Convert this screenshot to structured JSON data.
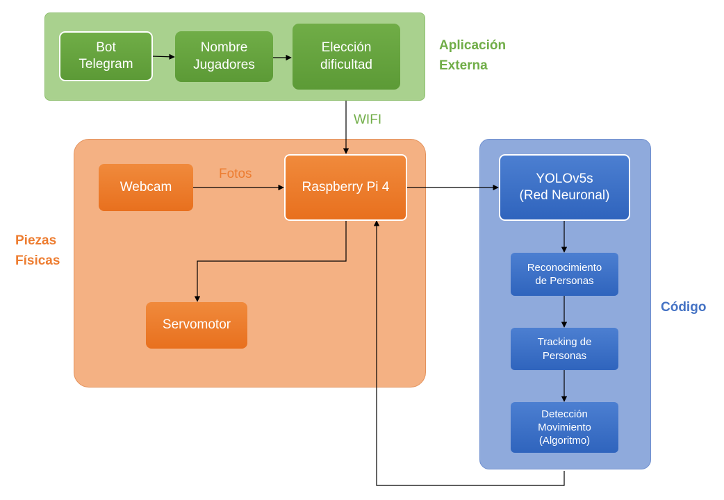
{
  "groups": {
    "external": {
      "label_line1": "Aplicación",
      "label_line2": "Externa",
      "color": "#70ad47"
    },
    "physical": {
      "label_line1": "Piezas",
      "label_line2": "Físicas",
      "color": "#ed7d31"
    },
    "code": {
      "label": "Código",
      "color": "#4472c4"
    }
  },
  "nodes": {
    "bot_telegram": {
      "line1": "Bot",
      "line2": "Telegram"
    },
    "nombre_jugadores": {
      "line1": "Nombre",
      "line2": "Jugadores"
    },
    "eleccion_dificultad": {
      "line1": "Elección",
      "line2": "dificultad"
    },
    "webcam": {
      "label": "Webcam"
    },
    "raspberry": {
      "label": "Raspberry Pi 4"
    },
    "servomotor": {
      "label": "Servomotor"
    },
    "yolo": {
      "line1": "YOLOv5s",
      "line2": "(Red Neuronal)"
    },
    "reconocimiento": {
      "line1": "Reconocimiento",
      "line2": "de Personas"
    },
    "tracking": {
      "line1": "Tracking de",
      "line2": "Personas"
    },
    "deteccion": {
      "line1": "Detección",
      "line2": "Movimiento",
      "line3": "(Algoritmo)"
    }
  },
  "connections": {
    "wifi": {
      "label": "WIFI"
    },
    "fotos": {
      "label": "Fotos"
    }
  }
}
